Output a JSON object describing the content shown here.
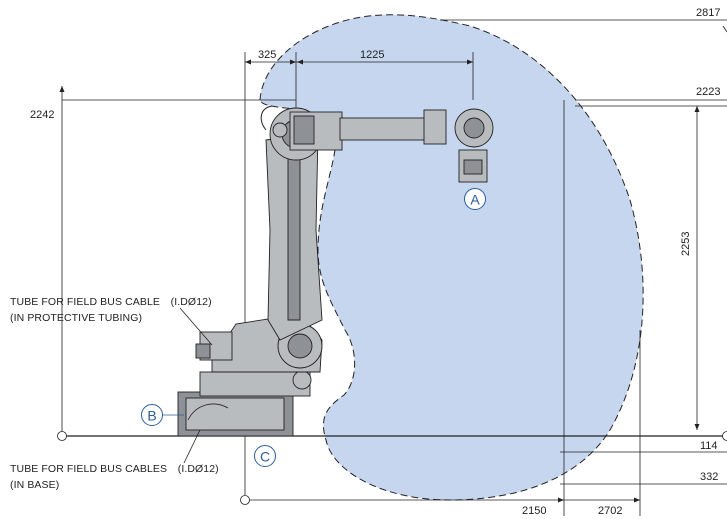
{
  "dimensions": {
    "top_reach": "2817",
    "offset_325": "325",
    "arm_1225": "1225",
    "height_2223": "2223",
    "height_2242": "2242",
    "height_2253": "2253",
    "base_114": "114",
    "depth_332": "332",
    "reach_2150": "2150",
    "reach_2702": "2702"
  },
  "callouts": {
    "a": "A",
    "b": "B",
    "c": "C"
  },
  "notes": {
    "upper_line1": "TUBE FOR FIELD BUS CABLE　(I.DØ12)",
    "upper_line2": "(IN PROTECTIVE TUBING)",
    "lower_line1": "TUBE FOR FIELD BUS CABLES　(I.DØ12)",
    "lower_line2": "(IN BASE)"
  },
  "colors": {
    "work_envelope": "#c5d6ee",
    "envelope_edge": "#222222",
    "robot_body": "#b9bcbf",
    "callout": "#2a5d9a"
  }
}
